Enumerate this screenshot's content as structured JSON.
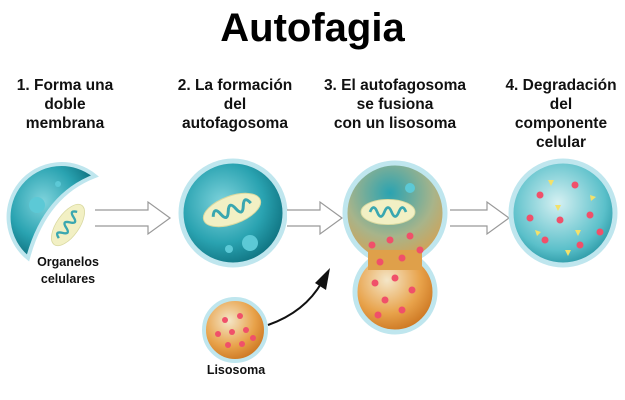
{
  "title": "Autofagia",
  "steps": [
    {
      "label": "1. Forma una\ndoble\nmembrana"
    },
    {
      "label": "2. La formación\ndel\nautofagosoma"
    },
    {
      "label": "3. El autofagosoma\nse fusiona\ncon un lisosoma"
    },
    {
      "label": "4. Degradación\ndel\ncomponente\ncelular"
    }
  ],
  "labels": {
    "organelles": "Organelos\ncelulares",
    "lysosome": "Lisosoma"
  },
  "colors": {
    "cell": "#1f9aa8",
    "membrane": "#bfe6ee",
    "lysosome": "#e0902f",
    "particle": "#f0506a"
  }
}
